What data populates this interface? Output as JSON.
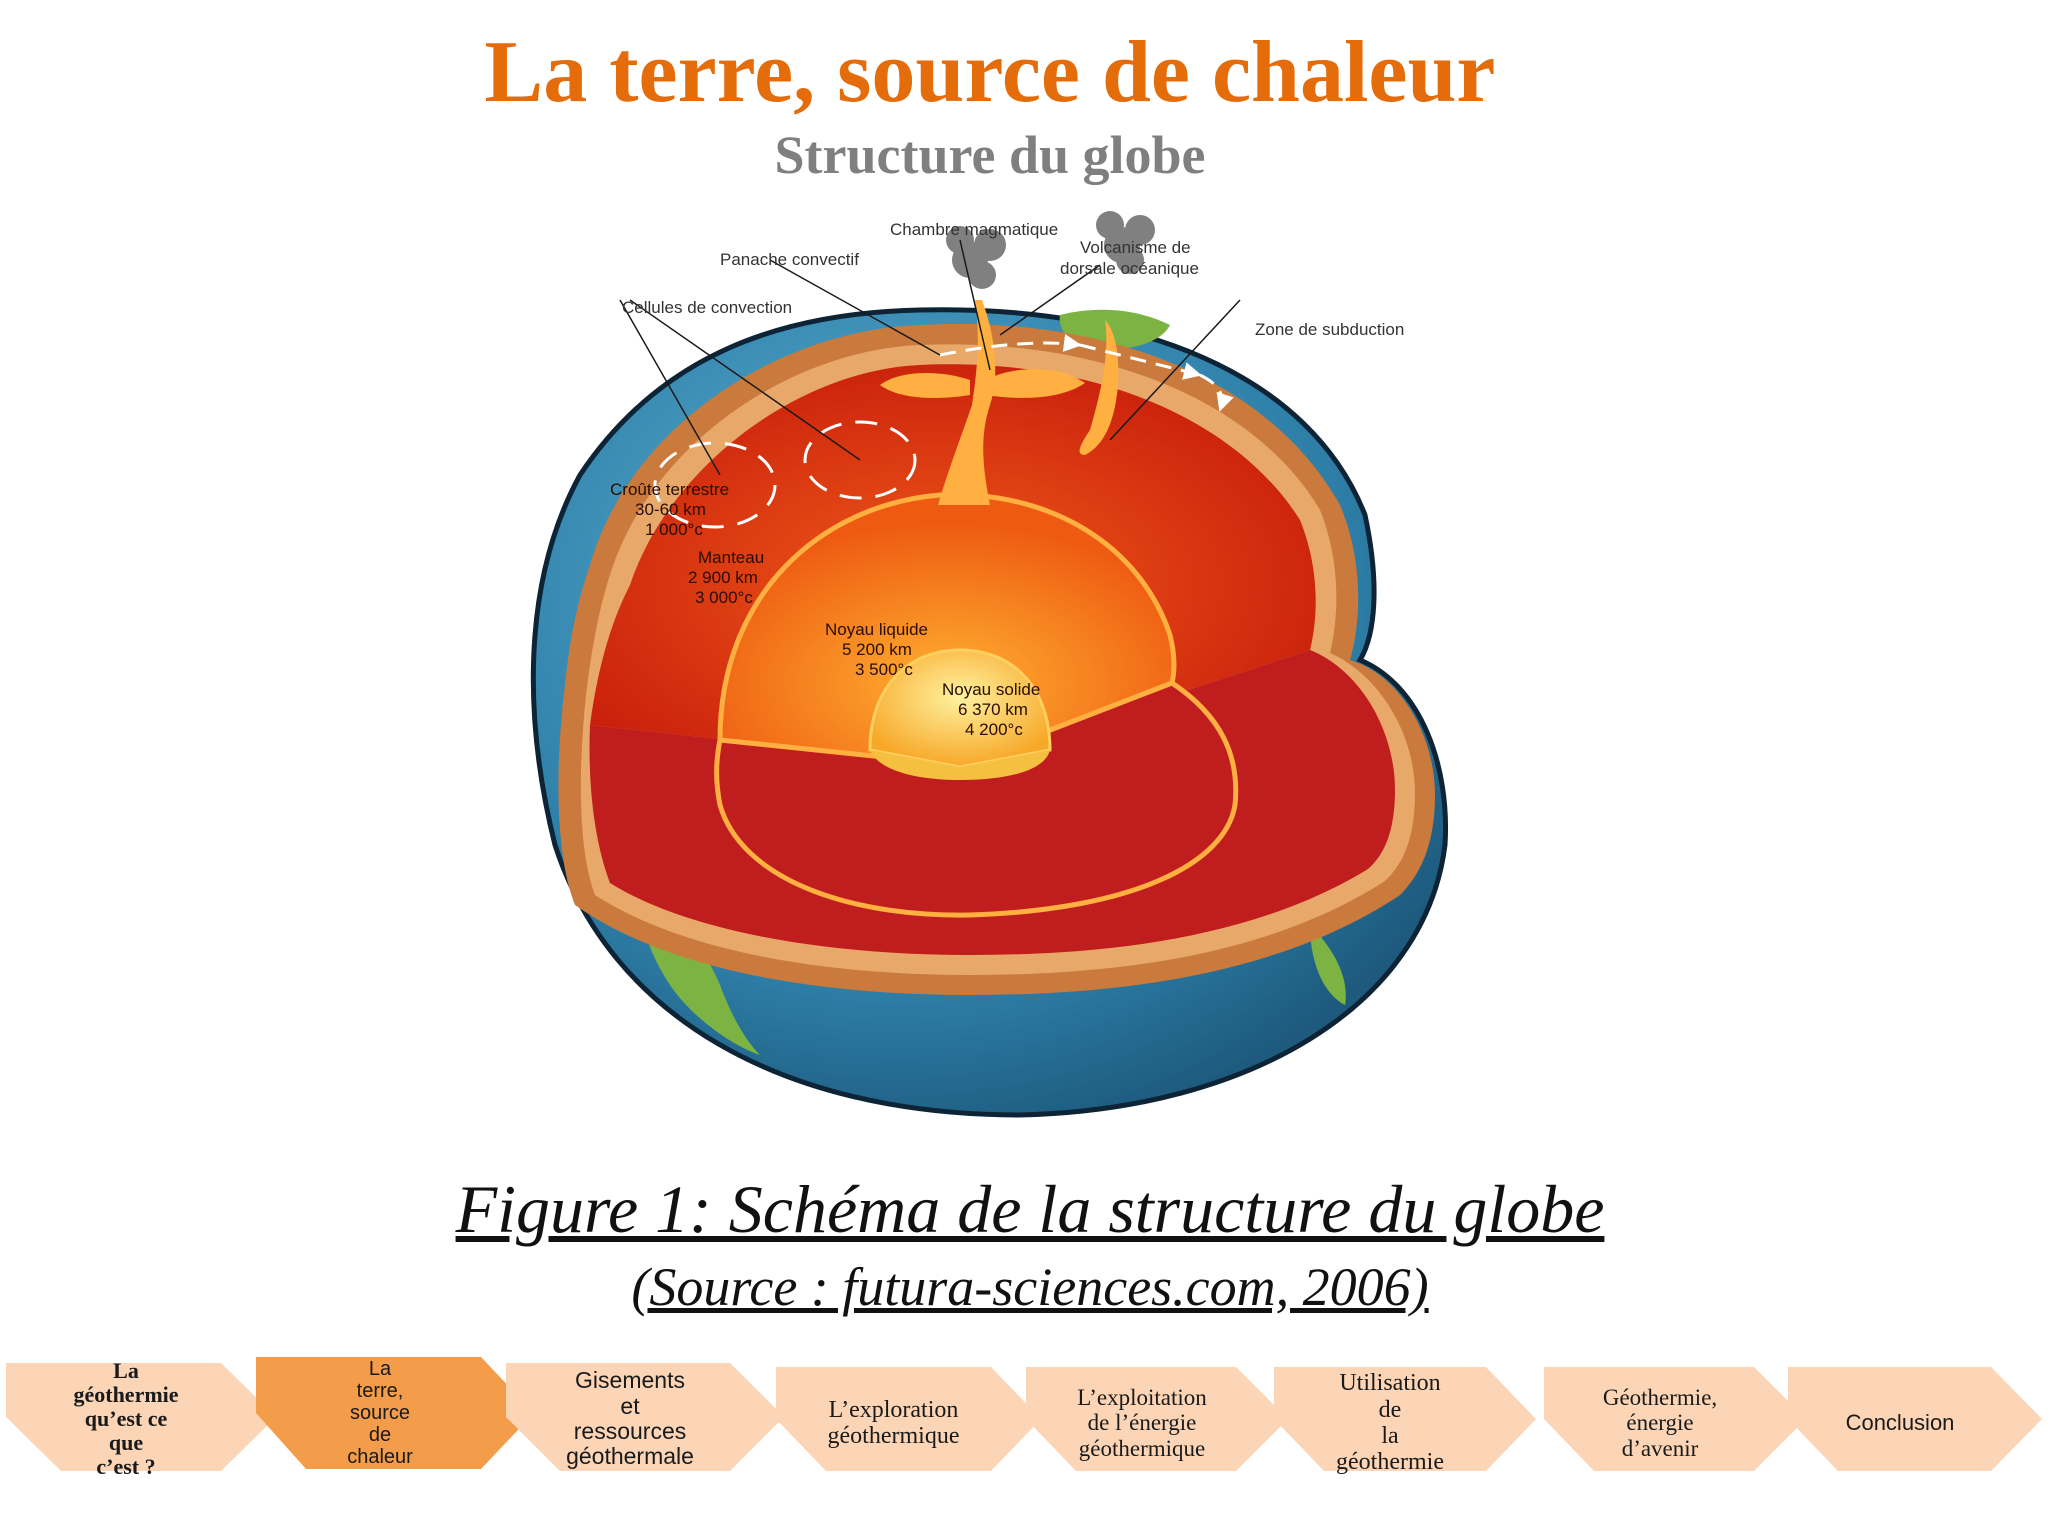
{
  "slide": {
    "title": "La terre, source de chaleur",
    "subtitle": "Structure du globe",
    "caption": "Figure 1: Schéma de la structure du globe",
    "source": "(Source : futura-sciences.com, 2006)"
  },
  "diagram": {
    "labels": {
      "chambre": "Chambre magmatique",
      "panache": "Panache convectif",
      "volcanisme_1": "Volcanisme de",
      "volcanisme_2": "dorsale océanique",
      "cellules": "Cellules de convection",
      "subduction": "Zone de subduction",
      "croute_1": "Croûte terrestre",
      "croute_2": "30-60 km",
      "croute_3": "1 000°c",
      "manteau_1": "Manteau",
      "manteau_2": "2 900 km",
      "manteau_3": "3 000°c",
      "liquide_1": "Noyau liquide",
      "liquide_2": "5 200 km",
      "liquide_3": "3 500°c",
      "solide_1": "Noyau solide",
      "solide_2": "6 370 km",
      "solide_3": "4 200°c"
    },
    "colors": {
      "ocean": "#2e7fa8",
      "land": "#7cb342",
      "crust": "#c97a3c",
      "mantle": "#d62d10",
      "outer_core": "#f07a10",
      "inner_core": "#ffd040"
    }
  },
  "nav": {
    "items": [
      {
        "line1": "La géothermie",
        "line2": "qu’est ce que",
        "line3": "c’est ?"
      },
      {
        "line1": "La terre, source",
        "line2": "de chaleur",
        "line3": ""
      },
      {
        "line1": "Gisements et",
        "line2": "ressources",
        "line3": "géothermale"
      },
      {
        "line1": "L’exploration",
        "line2": "géothermique",
        "line3": ""
      },
      {
        "line1": "L’exploitation",
        "line2": "de l’énergie",
        "line3": "géothermique"
      },
      {
        "line1": "Utilisation de",
        "line2": "la géothermie",
        "line3": ""
      },
      {
        "line1": "Géothermie,",
        "line2": "énergie",
        "line3": "d’avenir"
      },
      {
        "line1": "Conclusion",
        "line2": "",
        "line3": ""
      }
    ],
    "active_index": 1,
    "colors": {
      "inactive": "#fbd5b5",
      "active": "#f39c4a"
    }
  }
}
